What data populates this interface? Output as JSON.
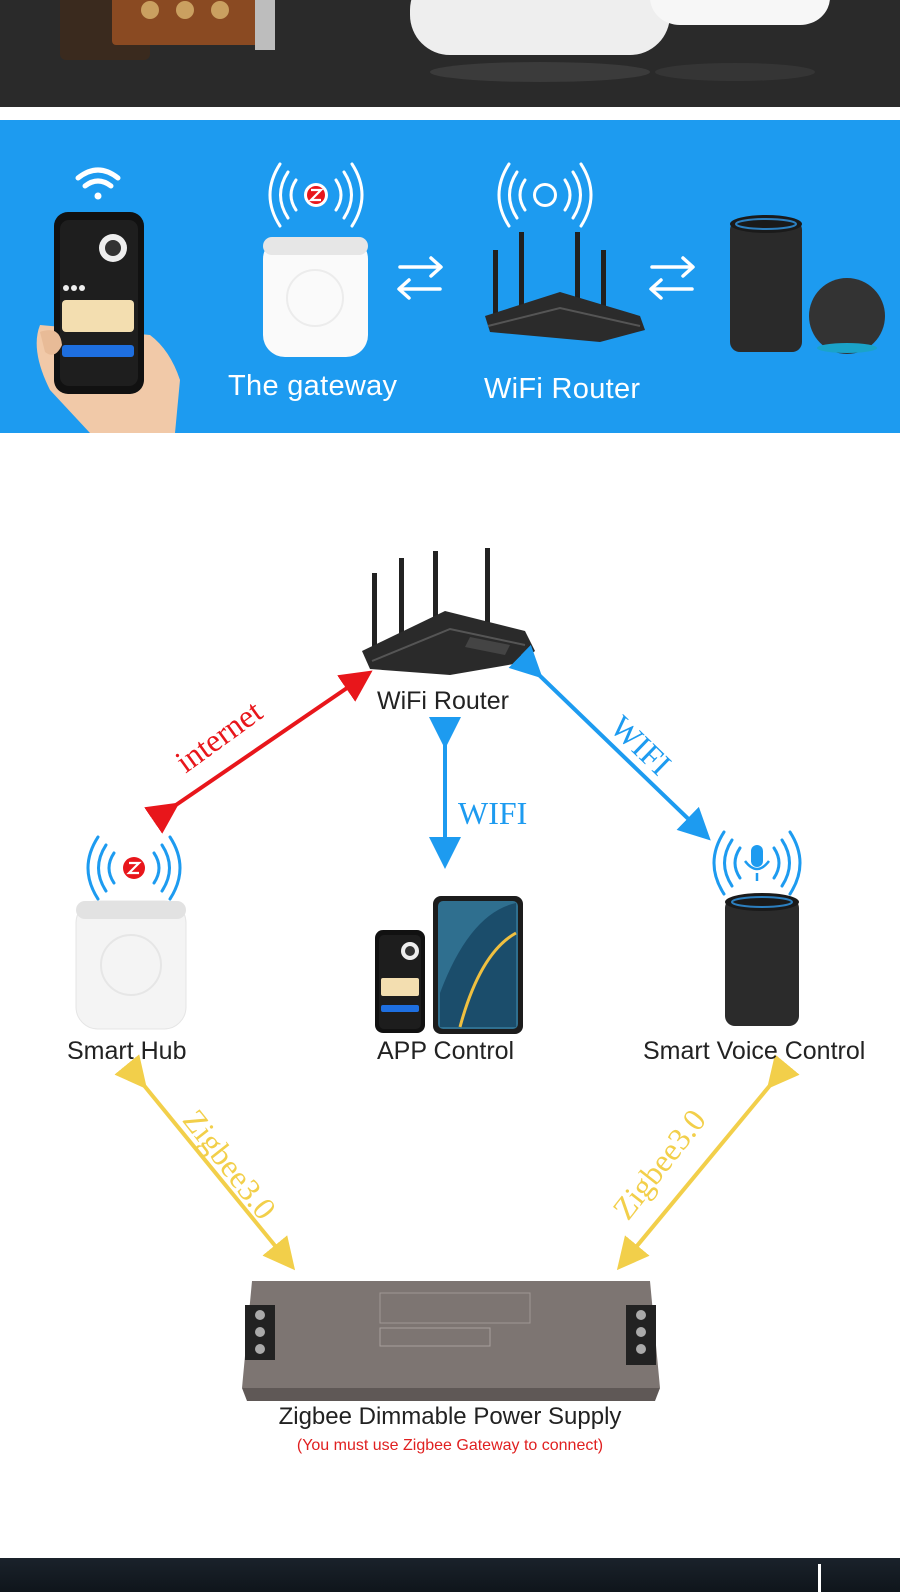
{
  "top_band": {},
  "blue_band": {
    "gateway_label": "The gateway",
    "router_label": "WiFi Router"
  },
  "diagram": {
    "router_caption": "WiFi Router",
    "hub_caption": "Smart Hub",
    "app_caption": "APP Control",
    "voice_caption": "Smart Voice Control",
    "psu_caption": "Zigbee Dimmable Power Supply",
    "psu_note": "(You must use Zigbee Gateway to connect)",
    "arrow_internet": "internet",
    "arrow_wifi_center": "WIFI",
    "arrow_wifi_right": "WIFI",
    "arrow_zigbee_left": "Zigbee3.0",
    "arrow_zigbee_right": "Zigbee3.0",
    "colors": {
      "internet": "#e8161b",
      "wifi": "#1d9bf0",
      "zigbee": "#f2cf4a",
      "note": "#e02020"
    }
  }
}
